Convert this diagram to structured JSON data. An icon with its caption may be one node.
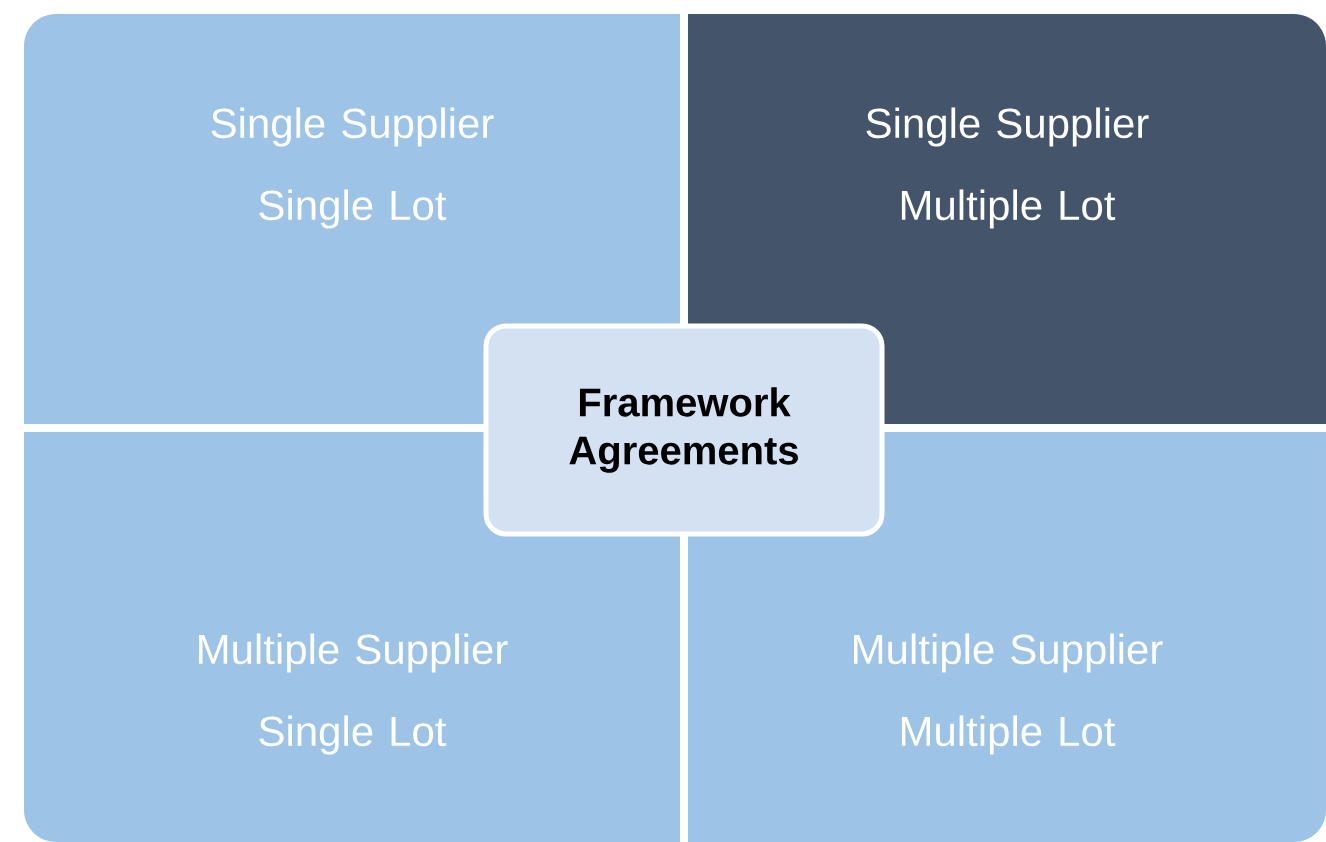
{
  "diagram": {
    "nodes": [
      {
        "text": [
          "Single Supplier Single Lot"
        ]
      },
      {
        "text": [
          "Single Supplier Multiple Lot"
        ]
      },
      {
        "text": [
          "Multiple Supplier Single Lot"
        ]
      },
      {
        "text": [
          "Multiple Supplier Multiple Lot"
        ]
      },
      {
        "text": [
          "Framework Agreements"
        ]
      }
    ]
  }
}
